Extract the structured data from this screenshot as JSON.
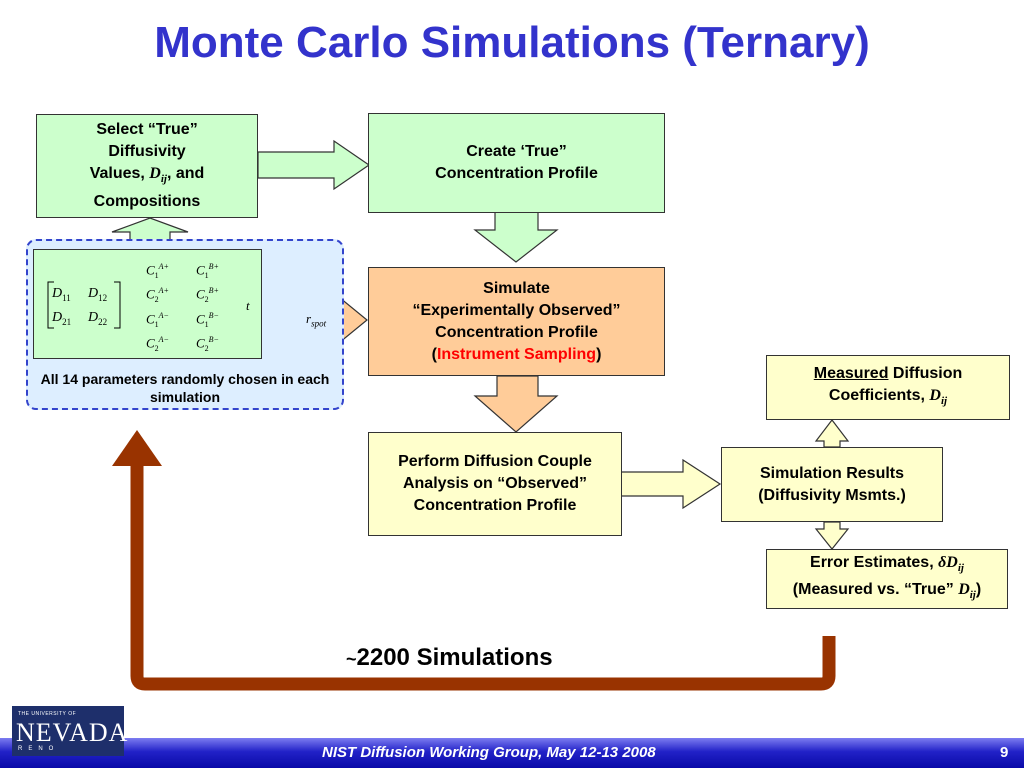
{
  "title": "Monte Carlo Simulations (Ternary)",
  "boxes": {
    "select_true_l1": "Select “True”",
    "select_true_l2": "Diffusivity",
    "select_true_l3a": "Values, ",
    "select_true_l3var": "D",
    "select_true_l3sub": "ij",
    "select_true_l3b": ", and",
    "select_true_l4": "Compositions",
    "create_true_l1": "Create ‘True”",
    "create_true_l2": "Concentration Profile",
    "simulate_l1": "Simulate",
    "simulate_l2": "“Experimentally Observed”",
    "simulate_l3": "Concentration Profile",
    "simulate_l4_open": "(",
    "simulate_l4_red": "Instrument Sampling",
    "simulate_l4_close": ")",
    "perform_l1": "Perform Diffusion Couple",
    "perform_l2": "Analysis on “Observed”",
    "perform_l3": "Concentration Profile",
    "measured_l1a": "Measured",
    "measured_l1b": " Diffusion",
    "measured_l2a": "Coefficients, ",
    "measured_l2var": "D",
    "measured_l2sub": "ij",
    "results_l1": "Simulation Results",
    "results_l2": "(Diffusivity Msmts.)",
    "error_l1a": "Error Estimates, ",
    "error_l1var": "δD",
    "error_l1sub": "ij",
    "error_l2a": "(Measured vs. “True” ",
    "error_l2var": "D",
    "error_l2sub": "ij",
    "error_l2b": ")"
  },
  "matrix": {
    "d11": "D",
    "d11s": "11",
    "d12": "D",
    "d12s": "12",
    "d21": "D",
    "d21s": "21",
    "d22": "D",
    "d22s": "22",
    "c_rows": [
      {
        "a": "C",
        "asub": "1",
        "asup": "A+",
        "b": "C",
        "bsub": "1",
        "bsup": "B+"
      },
      {
        "a": "C",
        "asub": "2",
        "asup": "A+",
        "b": "C",
        "bsub": "2",
        "bsup": "B+"
      },
      {
        "a": "C",
        "asub": "1",
        "asup": "A−",
        "b": "C",
        "bsub": "1",
        "bsup": "B−"
      },
      {
        "a": "C",
        "asub": "2",
        "asup": "A−",
        "b": "C",
        "bsub": "2",
        "bsup": "B−"
      }
    ],
    "t": "t"
  },
  "rspot": "r",
  "rspot_sub": "spot",
  "random_note": "All 14 parameters randomly chosen in each simulation",
  "simulations_tilde": "~",
  "simulations": "2200 Simulations",
  "footer": "NIST Diffusion Working Group, May 12-13 2008",
  "page_number": "9",
  "logo": {
    "top": "THE UNIVERSITY OF",
    "name": "NEVADA",
    "bottom": "RENO"
  },
  "colors": {
    "title": "#3333cc",
    "green_box": "#ccffcc",
    "orange_box": "#ffcc99",
    "yellow_box": "#ffffcc",
    "loop_arrow": "#993300",
    "footer": "#1a1ab8"
  }
}
